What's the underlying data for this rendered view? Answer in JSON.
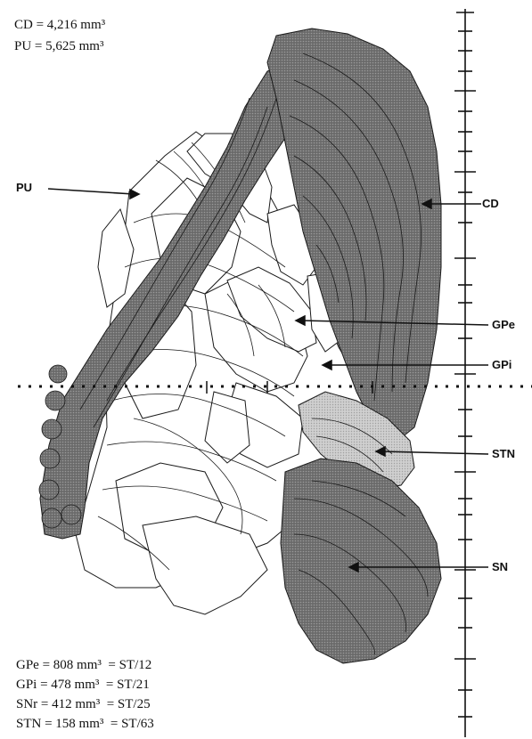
{
  "volumes_top": [
    {
      "line": "CD = 4,216 mm³"
    },
    {
      "line": "PU = 5,625 mm³"
    }
  ],
  "structure_labels": {
    "pu": "PU",
    "cd": "CD",
    "gpe": "GPe",
    "gpi": "GPi",
    "stn": "STN",
    "sn": "SN"
  },
  "volumes_bottom": [
    {
      "line": "GPe = 808 mm³  = ST/12"
    },
    {
      "line": "GPi = 478 mm³  = ST/21"
    },
    {
      "line": "SNr = 412 mm³  = ST/25"
    },
    {
      "line": "STN = 158 mm³  = ST/63"
    }
  ],
  "colors": {
    "dark_fill": "#6f6f6f",
    "light_fill": "#c9c9c9",
    "outline": "#1a1a1a"
  }
}
